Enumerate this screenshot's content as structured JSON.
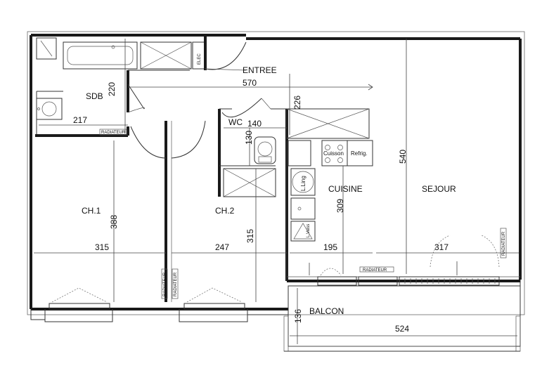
{
  "rooms": {
    "entree": "ENTREE",
    "sdb": "SDB",
    "wc": "WC",
    "cuisine": "CUISINE",
    "sejour": "SEJOUR",
    "ch1": "CH.1",
    "ch2": "CH.2",
    "balcon": "BALCON"
  },
  "dimensions": {
    "d570": "570",
    "d220": "220",
    "d217": "217",
    "d226": "226",
    "d140": "140",
    "d130": "130",
    "d540": "540",
    "d388": "388",
    "d315a": "315",
    "d247": "247",
    "d315b": "315",
    "d309": "309",
    "d195": "195",
    "d317": "317",
    "d136": "136",
    "d524": "524"
  },
  "fixtures": {
    "elec": "ELEC",
    "cuisson": "Cuisson",
    "refrig": "Refrig.",
    "lling": "L.Ling",
    "lvaiss": "L.Vaiss",
    "radiateur": "RADIATEUR"
  }
}
